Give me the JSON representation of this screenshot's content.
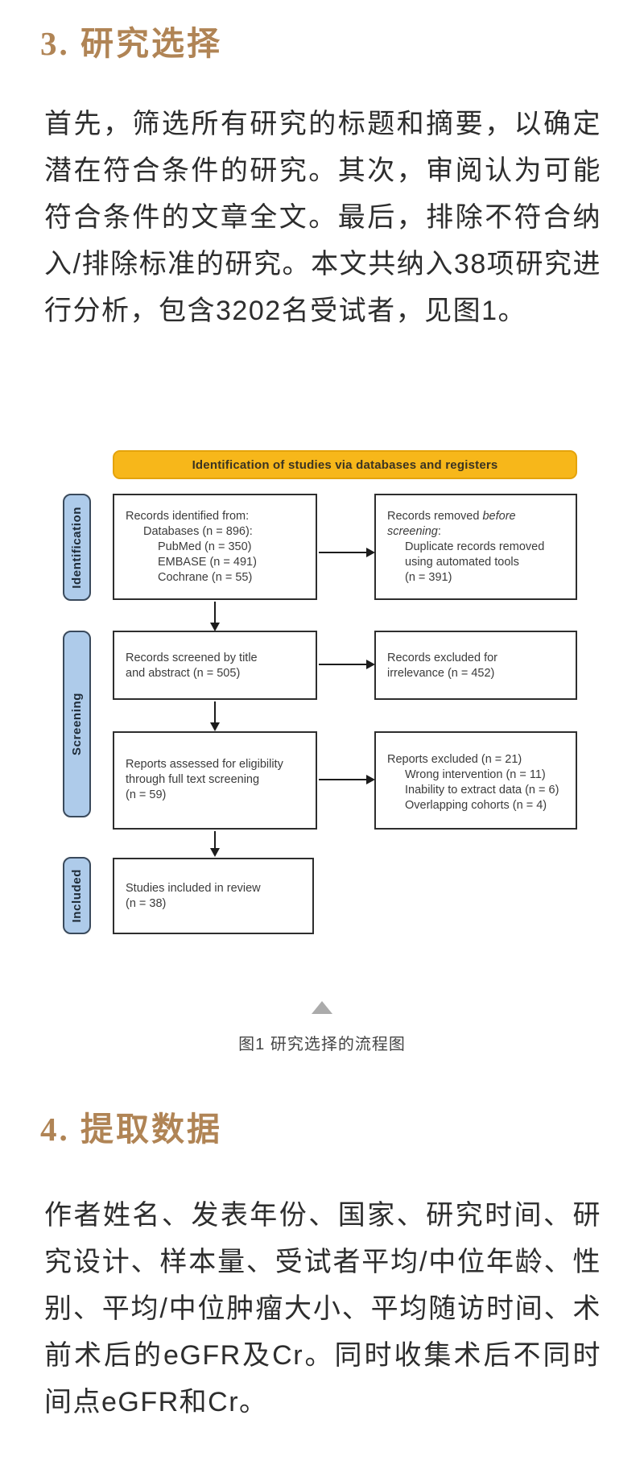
{
  "colors": {
    "heading_gold": "#B08455",
    "banner_yellow": "#F7B71A",
    "banner_border": "#E4A30C",
    "stage_blue": "#AECBEA",
    "body_text": "#2d2d2d",
    "triangle_gray": "#ABABAB"
  },
  "section3": {
    "heading": "3. 研究选择",
    "paragraph": "首先，筛选所有研究的标题和摘要，以确定潜在符合条件的研究。其次，审阅认为可能符合条件的文章全文。最后，排除不符合纳入/排除标准的研究。本文共纳入38项研究进行分析，包含3202名受试者，见图1。"
  },
  "figure": {
    "banner": {
      "label": "Identification of studies via databases and registers"
    },
    "stages": [
      {
        "label": "Identification"
      },
      {
        "label": "Screening"
      },
      {
        "label": "Included"
      }
    ],
    "boxes": {
      "identified": {
        "l1": "Records identified from:",
        "l2": "Databases (n = 896):",
        "l3": "PubMed (n = 350)",
        "l4": "EMBASE (n = 491)",
        "l5": "Cochrane (n = 55)"
      },
      "removed": {
        "l1a": "Records removed ",
        "l1b": "before",
        "l2a": "screening",
        "l2b": ":",
        "l3": "Duplicate records removed",
        "l4": "using automated tools",
        "l5": "(n = 391)"
      },
      "screened": {
        "l1": "Records screened by title",
        "l2": "and abstract (n = 505)"
      },
      "excluded_irrelevance": {
        "l1": "Records excluded for",
        "l2": "irrelevance (n = 452)"
      },
      "fulltext": {
        "l1": "Reports assessed for eligibility",
        "l2": "through full text screening",
        "l3": "(n = 59)"
      },
      "reports_excluded": {
        "l1": "Reports excluded (n = 21)",
        "l2": "Wrong intervention (n = 11)",
        "l3": "Inability to extract data (n = 6)",
        "l4": "Overlapping cohorts (n = 4)"
      },
      "included": {
        "l1": "Studies included in review",
        "l2": "(n = 38)"
      }
    },
    "caption": "图1 研究选择的流程图"
  },
  "section4": {
    "heading": "4. 提取数据",
    "paragraph": "作者姓名、发表年份、国家、研究时间、研究设计、样本量、受试者平均/中位年龄、性别、平均/中位肿瘤大小、平均随访时间、术前术后的eGFR及Cr。同时收集术后不同时间点eGFR和Cr。"
  }
}
